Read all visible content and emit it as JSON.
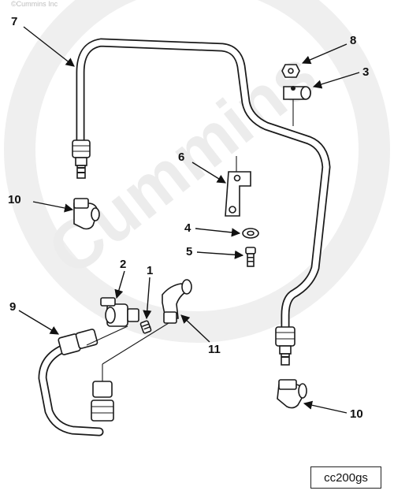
{
  "copyright": "©Cummins Inc",
  "watermark": "Cummins",
  "reference_code": "cc200gs",
  "callouts": {
    "c7": "7",
    "c8": "8",
    "c3": "3",
    "c6": "6",
    "c10a": "10",
    "c4": "4",
    "c5": "5",
    "c2": "2",
    "c1": "1",
    "c9": "9",
    "c11": "11",
    "c10b": "10"
  },
  "colors": {
    "line": "#1a1a1a",
    "watermark": "#ececec"
  }
}
